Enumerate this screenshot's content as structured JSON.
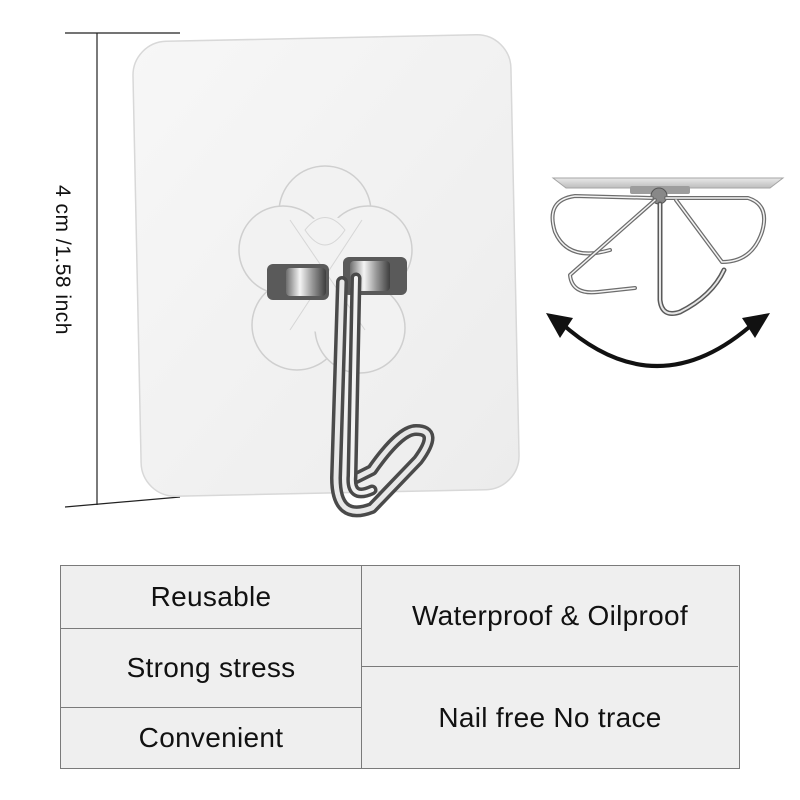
{
  "dimension": {
    "label": "4 cm /1.58 inch"
  },
  "features": {
    "left": [
      "Reusable",
      "Strong stress",
      "Convenient"
    ],
    "right": [
      "Waterproof & Oilproof",
      "Nail free No trace"
    ]
  }
}
